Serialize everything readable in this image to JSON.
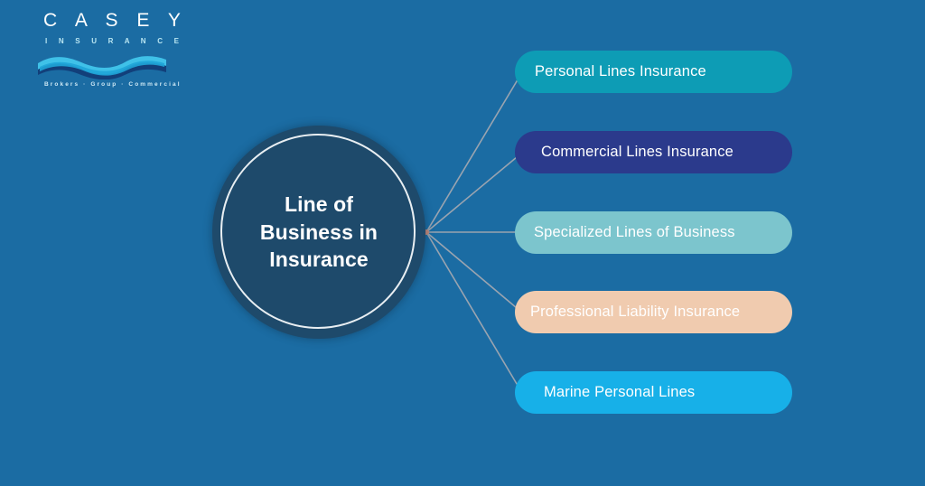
{
  "theme": {
    "background_color": "#1b6ca3",
    "center_fill": "#1e4a6b",
    "center_ring": "#e8eef2",
    "connector_color": "#9aa4b0",
    "text_color": "#ffffff"
  },
  "logo": {
    "brand": "C A S E Y",
    "brand_plain": "CASEY",
    "subtitle": "I N S U R A N C E",
    "subtitle_plain": "INSURANCE",
    "tagline": "Brokers · Group · Commercial",
    "wave_colors": [
      "#3fc1e8",
      "#1fa5d8",
      "#123f7a",
      "#2b4fa0"
    ]
  },
  "diagram": {
    "type": "mind-map",
    "center": {
      "label": "Line of Business in Insurance",
      "line_1": "Line of",
      "line_2": "Business in",
      "line_3": "Insurance",
      "fill": "#1e4a6b",
      "ring": "#e8eef2"
    },
    "branches": [
      {
        "label": "Personal Lines Insurance",
        "color": "#0d9cb5",
        "text_color": "#ffffff"
      },
      {
        "label": "Commercial Lines Insurance",
        "color": "#2b3a8c",
        "text_color": "#ffffff"
      },
      {
        "label": "Specialized Lines of Business",
        "color": "#7cc5cd",
        "text_color": "#ffffff"
      },
      {
        "label": "Professional Liability Insurance",
        "color": "#f0cbaf",
        "text_color": "#ffffff"
      },
      {
        "label": "Marine Personal Lines",
        "color": "#17b0e8",
        "text_color": "#ffffff"
      }
    ]
  }
}
